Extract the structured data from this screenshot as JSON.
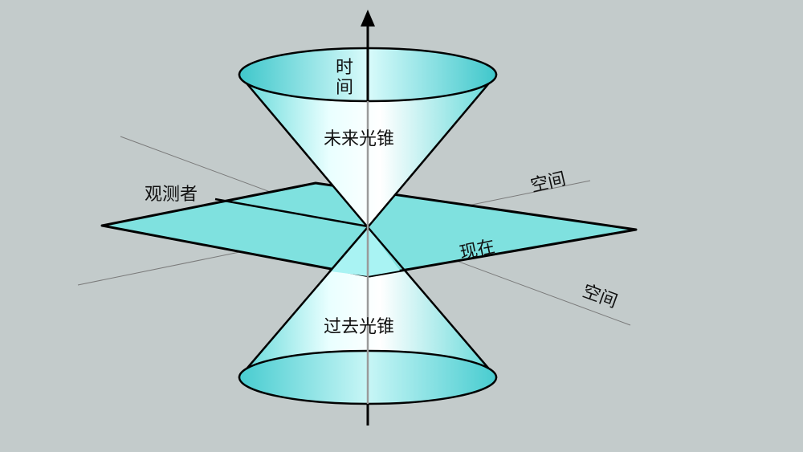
{
  "labels": {
    "time_line1": "时",
    "time_line2": "间",
    "future_cone": "未来光锥",
    "past_cone": "过去光锥",
    "observer": "观测者",
    "space_upper": "空间",
    "space_lower": "空间",
    "present": "现在"
  },
  "colors": {
    "background": "#c3cbcb",
    "cone_fill": "#6fe3e3",
    "cone_rim": "#3cc8cc",
    "plane_fill": "#7fe1df",
    "outline": "#000000",
    "axis_line": "#777777"
  }
}
